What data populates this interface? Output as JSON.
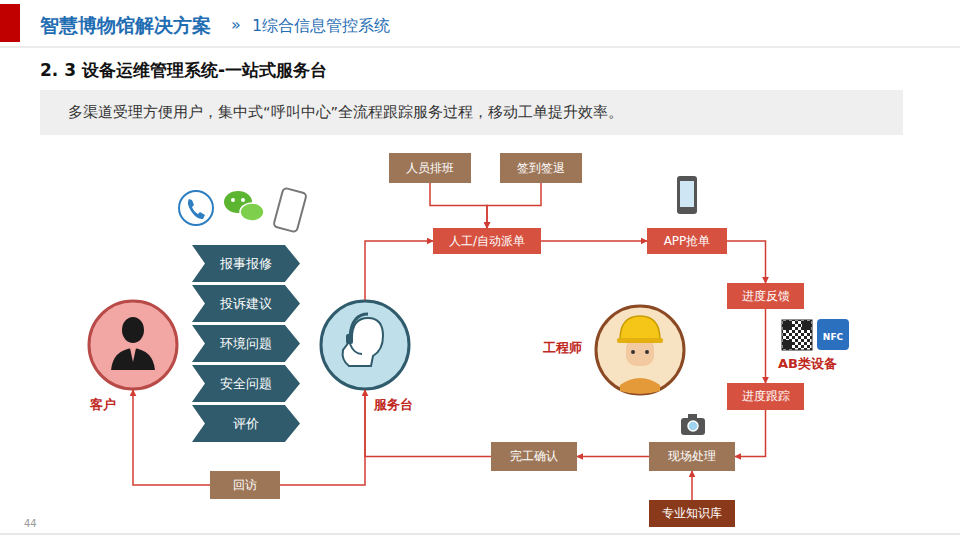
{
  "diagram": {
    "title": "2. 3 设备运维管理系统-一站式服务台",
    "nodes": [
      {
        "text": [
          "多渠道受理方便用户，集中式“呼叫中心”全流程跟踪服务过程，移动工单提升效率。"
        ]
      },
      {
        "text": [
          "客户"
        ]
      },
      {
        "text": [
          "报事报修"
        ]
      },
      {
        "text": [
          "投诉建议"
        ]
      },
      {
        "text": [
          "环境问题"
        ]
      },
      {
        "text": [
          "安全问题"
        ]
      },
      {
        "text": [
          "评价"
        ]
      },
      {
        "text": [
          "服务台"
        ]
      },
      {
        "text": [
          "人员排班"
        ]
      },
      {
        "text": [
          "签到签退"
        ]
      },
      {
        "text": [
          "人工/自动派单"
        ]
      },
      {
        "text": [
          "APP抢单"
        ]
      },
      {
        "text": [
          "进度反馈"
        ]
      },
      {
        "text": [
          "工程师"
        ]
      },
      {
        "text": [
          "进度跟踪"
        ]
      },
      {
        "text": [
          "现场处理"
        ]
      },
      {
        "text": [
          "完工确认"
        ]
      },
      {
        "text": [
          "回访"
        ]
      },
      {
        "text": [
          "专业知识库"
        ]
      }
    ],
    "edges": [
      {
        "from": 7,
        "to": 10,
        "arrow": "to"
      },
      {
        "from": 8,
        "to": 10,
        "arrow": "to"
      },
      {
        "from": 9,
        "to": 10,
        "arrow": "to"
      },
      {
        "from": 10,
        "to": 11,
        "arrow": "to"
      },
      {
        "from": 11,
        "to": 12,
        "arrow": "to"
      },
      {
        "from": 12,
        "to": 14,
        "arrow": "to"
      },
      {
        "from": 14,
        "to": 15,
        "arrow": "to"
      },
      {
        "from": 18,
        "to": 15,
        "arrow": "to"
      },
      {
        "from": 15,
        "to": 16,
        "arrow": "to"
      },
      {
        "from": 16,
        "to": 7,
        "arrow": "to"
      },
      {
        "from": 7,
        "to": 17,
        "arrow": "none"
      },
      {
        "from": 17,
        "to": 1,
        "arrow": "to"
      }
    ],
    "labels": [
      "智慧博物馆解决方案",
      "»",
      "1综合信息管控系统",
      "AB类设备",
      "NFC",
      "44"
    ]
  }
}
